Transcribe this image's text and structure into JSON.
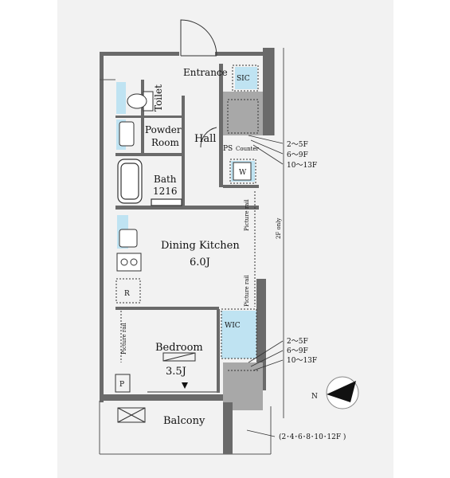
{
  "rooms": {
    "entrance": "Entrance",
    "sic": "SIC",
    "toilet": "Toilet",
    "powder_room_1": "Powder",
    "powder_room_2": "Room",
    "hall": "Hall",
    "ps": "PS",
    "counter": "Counter",
    "w": "W",
    "bath": "Bath",
    "bath_size": "1216",
    "dining_kitchen": "Dining Kitchen",
    "dining_kitchen_size": "6.0J",
    "r": "R",
    "wic": "WIC",
    "bedroom": "Bedroom",
    "bedroom_size": "3.5J",
    "p": "P",
    "balcony": "Balcony"
  },
  "labels": {
    "picture_rail": "Picture rail",
    "two_f_only": "2F only"
  },
  "floor_notes_upper": [
    "2～5F",
    "6～9F",
    "10～13F"
  ],
  "floor_notes_lower": [
    "2～5F",
    "6～9F",
    "10～13F"
  ],
  "balcony_note": "(2･4･6･8･10･12F )",
  "compass_letter": "N",
  "colors": {
    "accent_blue": "#bfe3f2",
    "wall": "#6a6a6a",
    "shade": "#a8a8a8"
  }
}
